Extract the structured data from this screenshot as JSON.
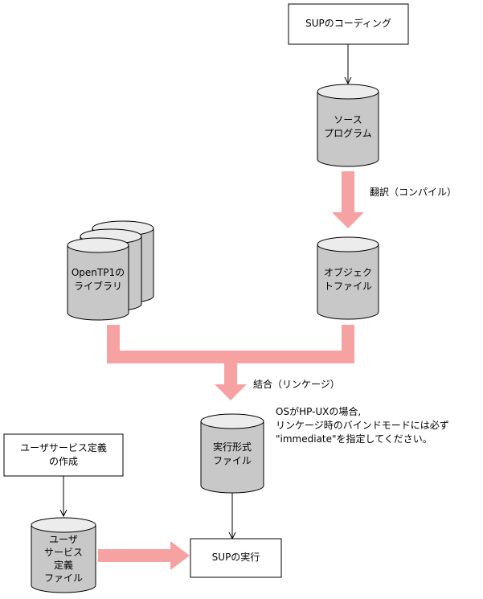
{
  "colors": {
    "flow_arrow": "#f7a2a2",
    "cylinder_fill": "#c8c8c8",
    "cylinder_top": "#ececec",
    "line": "#000000"
  },
  "nodes": {
    "sup_coding": "SUPのコーディング",
    "source_program": [
      "ソース",
      "プログラム"
    ],
    "object_file": [
      "オブジェク",
      "トファイル"
    ],
    "openTP1_library": [
      "OpenTP1の",
      "ライブラリ"
    ],
    "executable_file": [
      "実行形式",
      "ファイル"
    ],
    "user_service_def_create": [
      "ユーザサービス定義",
      "の作成"
    ],
    "user_service_def_file": [
      "ユーザ",
      "サービス",
      "定義",
      "ファイル"
    ],
    "sup_execution": "SUPの実行"
  },
  "labels": {
    "compile": "翻訳（コンパイル）",
    "link": "結合（リンケージ）",
    "note": [
      "OSがHP-UXの場合,",
      "リンケージ時のバインドモードには必ず",
      "\"immediate\"を指定してください。"
    ]
  }
}
